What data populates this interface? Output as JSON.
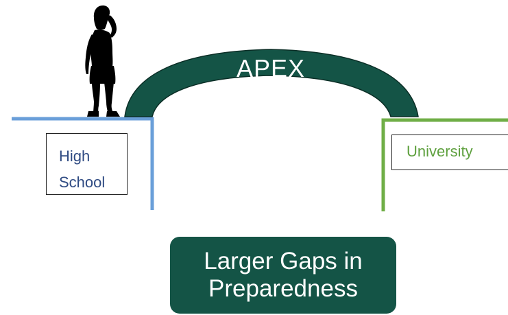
{
  "bridge": {
    "label": "APEX",
    "fill_color": "#145446"
  },
  "high_school": {
    "label_line1": "High",
    "label_line2": "School",
    "line_color": "#6a9fd9",
    "text_color": "#2e4a82"
  },
  "university": {
    "label": "University",
    "line_color": "#6fae46",
    "text_color": "#5ea03e"
  },
  "callout": {
    "label_line1": "Larger Gaps in",
    "label_line2": "Preparedness",
    "fill_color": "#145446"
  },
  "figure": {
    "icon": "standing-woman-silhouette-icon"
  }
}
